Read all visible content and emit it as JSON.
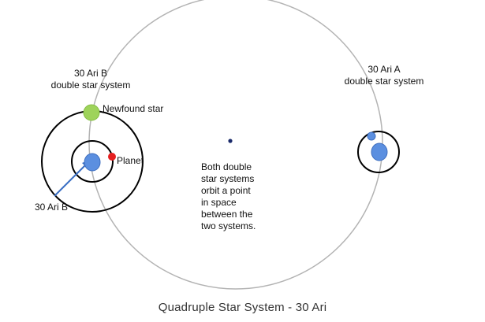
{
  "labels": {
    "b_system_line1": "30 Ari B",
    "b_system_line2": "double star system",
    "a_system_line1": "30 Ari A",
    "a_system_line2": "double star system",
    "newfound_star": "Newfound star",
    "planet": "Planet",
    "b_star": "30 Ari B",
    "note_lines": [
      "Both double",
      "star systems",
      "orbit a point",
      "in space",
      "between the",
      "two systems."
    ]
  },
  "caption": "Quadruple Star System - 30 Ari",
  "colors": {
    "outer_orbit": "#b3b3b3",
    "inner_orbit": "#000000",
    "blue_star": "#5b8fe0",
    "blue_star_stroke": "#3f6fbf",
    "green_star": "#9ed35b",
    "planet": "#e52020",
    "arrow": "#3a6fc4",
    "barycenter": "#1a2a6a"
  }
}
